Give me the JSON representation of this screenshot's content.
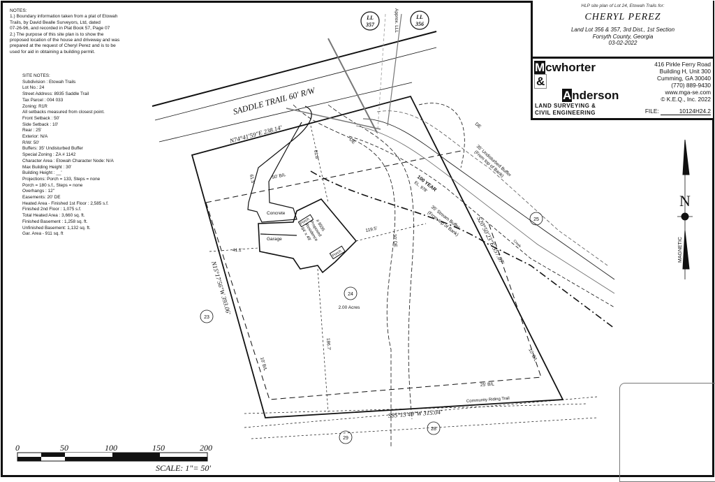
{
  "notes": {
    "heading": "NOTES:",
    "lines": [
      "1.) Boundary information taken from a plat of Etowah",
      "Trails, by David Bealle Surveyors, Ltd, dated",
      "07-26-96, and recorded in Plat Book 57, Page 07",
      "2.) The purpose of this site plan is to show the",
      "proposed location of the house and driveway and was",
      "prepared at the request of Cheryl Perez and is to be",
      "used for aid in obtaining a building permit."
    ]
  },
  "site_notes": {
    "heading": "SITE NOTES:",
    "lines": [
      "Subdivision : Etowah Trails",
      "Lot No.: 24",
      "Street Address: 8935 Saddle Trail",
      "Tax Parcel : 004 033",
      "Zoning: R1R",
      "All setbacks measured from closest point.",
      "Front Setback : 50'",
      "Side Setback : 10'",
      "Rear : 25'",
      "Exterior: N/A",
      "R/W: 50'",
      "Buffers: 35' Undisturbed Buffer",
      "Special Zoning : ZA # 1142",
      "Character Area : Etowah Character Node: N/A",
      "Max Building Height : 30'",
      "Building Height : __'",
      "Projections: Porch = 133, Steps = none",
      "Porch = 180 s.f., Steps = none",
      "Overhangs : 12\"",
      "Easements: 20' DE",
      "Heated Area - Finished 1st Floor : 2,585 s.f.",
      "Finished 2nd Floor : 1,075 s.f.",
      "Total Heated Area : 3,660 sq. ft.",
      "Finished Basement : 1,258 sq. ft.",
      "Unfinished Basement: 1,132 sq. ft.",
      "Gar. Area - 911 sq. ft"
    ]
  },
  "title_block": {
    "subtitle": "HLP site plan of Lot 24, Etowah Trails for:",
    "client": "CHERYL  PEREZ",
    "land_lot": "Land Lot 356 & 357, 3rd Dist., 1st Section",
    "county": "Forsyth County, Georgia",
    "date": "03-02-2022",
    "firm": {
      "m": "M",
      "cwhorter": "cwhorter",
      "amp": "&",
      "a": "A",
      "nderson": "nderson",
      "sub1": "LAND SURVEYING &",
      "sub2": "CIVIL ENGINEERING"
    },
    "address": [
      "416 Pirkle Ferry Road",
      "Building H, Unit 300",
      "Cumming, GA 30040",
      "(770) 889-9430",
      "www.mga-se.com",
      "© K.E.Q., Inc. 2022"
    ],
    "file_label": "FILE:",
    "file_value": "10124H24.2"
  },
  "plan": {
    "road": "SADDLE TRAIL 60' R/W",
    "front_bearing": "N74°41'59\"E 238.14'",
    "left_bearing": "N15°17'56\"W 393.06'",
    "right_bearing": "S20°50'23\"E 357.87'",
    "rear_bearing": "S85°13'49\"W 315.04'",
    "ll357": [
      "LL",
      "357"
    ],
    "ll356": [
      "LL",
      "356"
    ],
    "approx_ll": "Approx. LLL",
    "lots": {
      "l23": "23",
      "l24": "24",
      "l25": "25",
      "l28": "28",
      "l29": "29"
    },
    "acres": "2.00 Acres",
    "concrete": "Concrete",
    "garage": "Garage",
    "porch": "Porch",
    "residence": [
      "# 8935",
      "Proposed",
      "Residence",
      "84' x 49'"
    ],
    "front_bl": "50' B/L",
    "side_bl": "10' B/L",
    "rear_bl": "25' B/L",
    "de": "DE",
    "de20": "20' DE",
    "dim_61": "61.8'",
    "dim_61b": "61.5'",
    "dim_41": "41.1'",
    "dim_119": "119.5'",
    "dim_186": "186.7'",
    "flood": [
      "100 YEAR",
      "EL. 978'"
    ],
    "undisturbed": [
      "35' Undisturbed Buffer",
      "(From top of Bank)"
    ],
    "stream": [
      "35' Stream Buffer",
      "(From top of Bank)"
    ],
    "riding_trail": "Community Riding Trail",
    "creek": "Creek",
    "north": "N",
    "magnetic": "MAGNETIC"
  },
  "scale": {
    "ticks": [
      "0",
      "50",
      "100",
      "150",
      "200"
    ],
    "label": "SCALE: 1\"= 50'"
  }
}
